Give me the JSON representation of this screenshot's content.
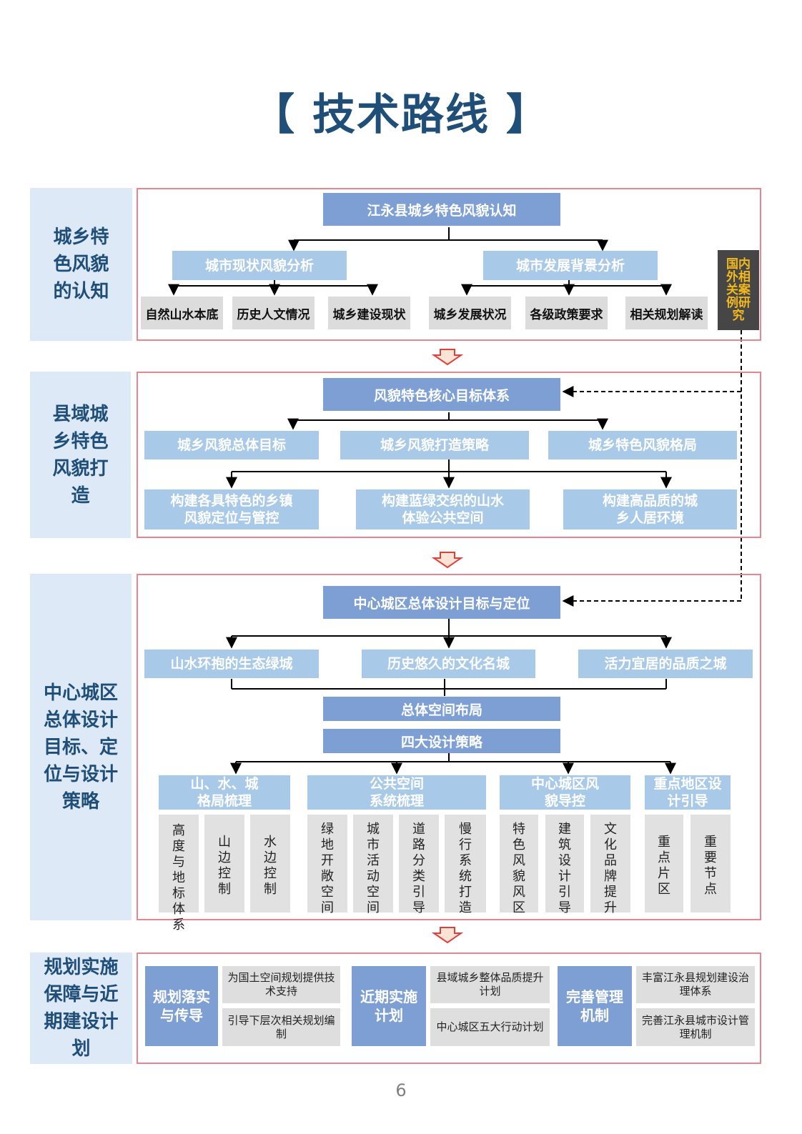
{
  "title": "【 技术路线 】",
  "page_number": "6",
  "sections": [
    {
      "label": "城乡特色风貌的认知"
    },
    {
      "label": "县域城乡特色风貌打造"
    },
    {
      "label": "中心城区总体设计目标、定位与设计策略"
    },
    {
      "label": "规划实施保障与近期建设计划"
    }
  ],
  "s1": {
    "root": "江永县城乡特色风貌认知",
    "left": "城市现状风貌分析",
    "right": "城市发展背景分析",
    "items": [
      "自然山水本底",
      "历史人文情况",
      "城乡建设现状",
      "城乡发展状况",
      "各级政策要求",
      "相关规划解读"
    ],
    "case": "国内外相关案例研究"
  },
  "s2": {
    "root": "风貌特色核心目标体系",
    "mid": [
      "城乡风貌总体目标",
      "城乡风貌打造策略",
      "城乡特色风貌格局"
    ],
    "bottom": [
      "构建各具特色的乡镇风貌定位与管控",
      "构建蓝绿交织的山水体验公共空间",
      "构建高品质的城乡人居环境"
    ]
  },
  "s3": {
    "root": "中心城区总体设计目标与定位",
    "goals": [
      "山水环抱的生态绿城",
      "历史悠久的文化名城",
      "活力宜居的品质之城"
    ],
    "layout": "总体空间布局",
    "strategy": "四大设计策略",
    "groups": [
      {
        "title": "山、水、城格局梳理",
        "items": [
          "高度与地标体系",
          "山边控制",
          "水边控制"
        ]
      },
      {
        "title": "公共空间系统梳理",
        "items": [
          "绿地开敞空间",
          "城市活动空间",
          "道路分类引导",
          "慢行系统打造"
        ]
      },
      {
        "title": "中心城区风貌导控",
        "items": [
          "特色风貌风区",
          "建筑设计引导",
          "文化品牌提升"
        ]
      },
      {
        "title": "重点地区设计引导",
        "items": [
          "重点片区",
          "重要节点"
        ]
      }
    ]
  },
  "s4": {
    "groups": [
      {
        "title": "规划落实与传导",
        "items": [
          "为国土空间规划提供技术支持",
          "引导下层次相关规划编制"
        ]
      },
      {
        "title": "近期实施计划",
        "items": [
          "县域城乡整体品质提升计划",
          "中心城区五大行动计划"
        ]
      },
      {
        "title": "完善管理机制",
        "items": [
          "丰富江永县规划建设治理体系",
          "完善江永县城市设计管理机制"
        ]
      }
    ]
  },
  "colors": {
    "frame": "#e8868f",
    "side_bg": "#dde9f6",
    "side_text": "#1f4e79",
    "dark_box": "#7e9fd4",
    "light_box": "#a9c9e8",
    "gray_box": "#dcdcdc",
    "case_bg": "#464646",
    "case_text": "#f2b81c",
    "arrow_fill": "#fbe4d5",
    "arrow_stroke": "#e0403c"
  }
}
